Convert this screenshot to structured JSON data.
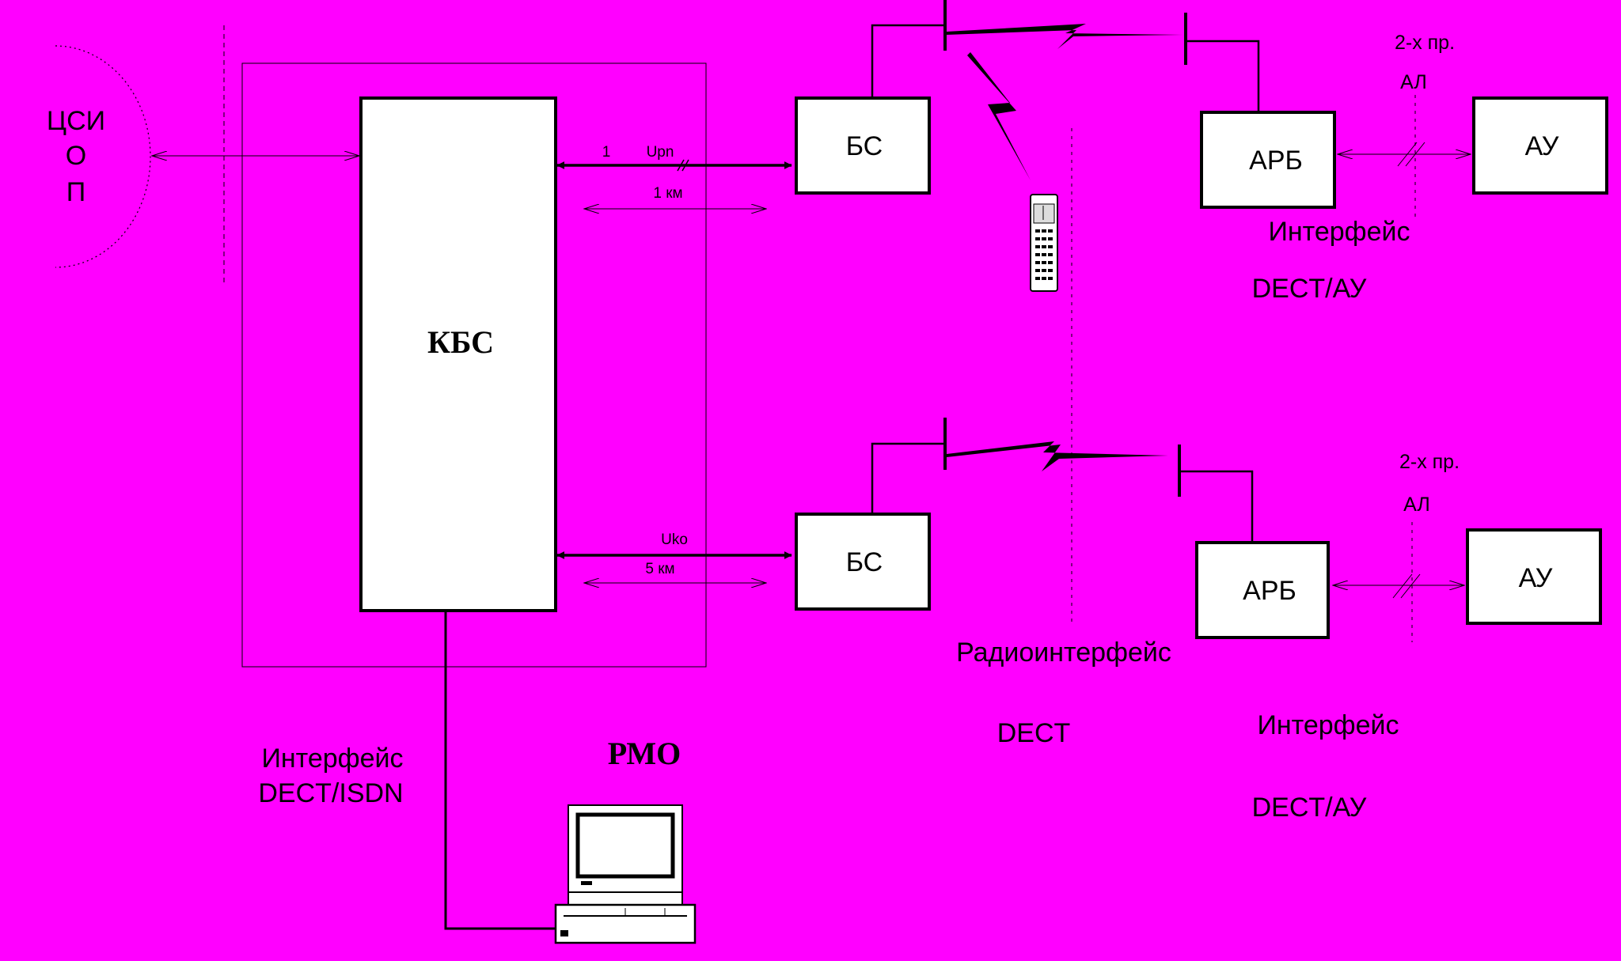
{
  "pstn": {
    "line1": "ЦСИ",
    "line2": "О",
    "line3": "П"
  },
  "controller": {
    "label": "КБС"
  },
  "base_station_top": {
    "label": "БС"
  },
  "base_station_bottom": {
    "label": "БС"
  },
  "link_top": {
    "number": "1",
    "interface": "Upn",
    "distance": "1 км"
  },
  "link_bottom": {
    "interface": "Uko",
    "distance": "5 км"
  },
  "arb_top": {
    "label": "АРБ"
  },
  "arb_bottom": {
    "label": "АРБ"
  },
  "au_top": {
    "label": "АУ"
  },
  "au_bottom": {
    "label": "АУ"
  },
  "line_top": {
    "line1": "2-х пр.",
    "line2": "АЛ"
  },
  "line_bottom": {
    "line1": "2-х пр.",
    "line2": "АЛ"
  },
  "interface_top": {
    "line1": "Интерфейс",
    "line2": "DECT/АУ"
  },
  "interface_bottom": {
    "line1": "Интерфейс",
    "line2": "DECT/АУ"
  },
  "radio_interface": {
    "line1": "Радиоинтерфейс",
    "line2": "DECT"
  },
  "isdn_interface": {
    "line1": "Интерфейс",
    "line2": "DECT/ISDN"
  },
  "workstation": {
    "label": "РМО"
  },
  "colors": {
    "background": "#ff00ff",
    "box_fill": "#ffffff",
    "stroke": "#000000"
  }
}
